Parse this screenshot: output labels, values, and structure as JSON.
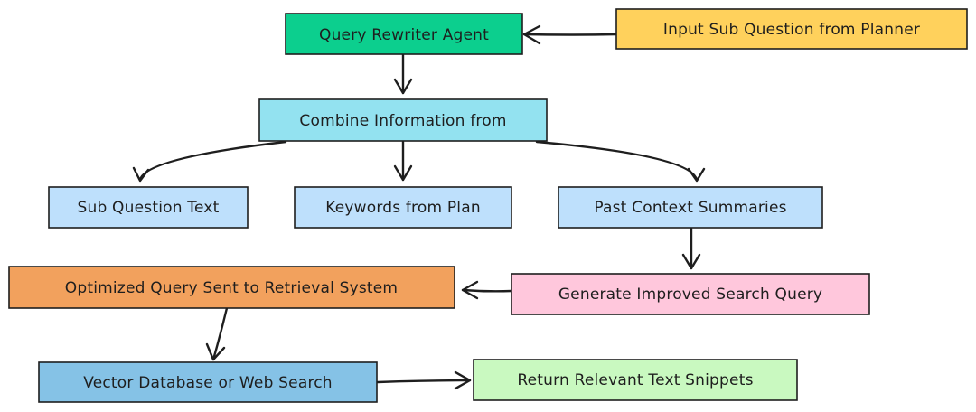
{
  "nodes": {
    "query_rewriter_agent": {
      "label": "Query Rewriter Agent",
      "color": "#0ccf8e"
    },
    "input_sub_question": {
      "label": "Input Sub Question from Planner",
      "color": "#ffd15c"
    },
    "combine_information": {
      "label": "Combine Information from",
      "color": "#93e2f0"
    },
    "sub_question_text": {
      "label": "Sub Question Text",
      "color": "#bee0fc"
    },
    "keywords_from_plan": {
      "label": "Keywords from Plan",
      "color": "#bee0fc"
    },
    "past_context_summaries": {
      "label": "Past Context Summaries",
      "color": "#bee0fc"
    },
    "optimized_query": {
      "label": "Optimized Query Sent to Retrieval System",
      "color": "#f2a15d"
    },
    "generate_improved_query": {
      "label": "Generate Improved Search Query",
      "color": "#ffc7dc"
    },
    "vector_database": {
      "label": "Vector Database or Web Search",
      "color": "#85c2e6"
    },
    "return_snippets": {
      "label": "Return Relevant Text Snippets",
      "color": "#c9f9c0"
    }
  },
  "edges": [
    [
      "input_sub_question",
      "query_rewriter_agent"
    ],
    [
      "query_rewriter_agent",
      "combine_information"
    ],
    [
      "combine_information",
      "sub_question_text"
    ],
    [
      "combine_information",
      "keywords_from_plan"
    ],
    [
      "combine_information",
      "past_context_summaries"
    ],
    [
      "past_context_summaries",
      "generate_improved_query"
    ],
    [
      "generate_improved_query",
      "optimized_query"
    ],
    [
      "optimized_query",
      "vector_database"
    ],
    [
      "vector_database",
      "return_snippets"
    ]
  ]
}
